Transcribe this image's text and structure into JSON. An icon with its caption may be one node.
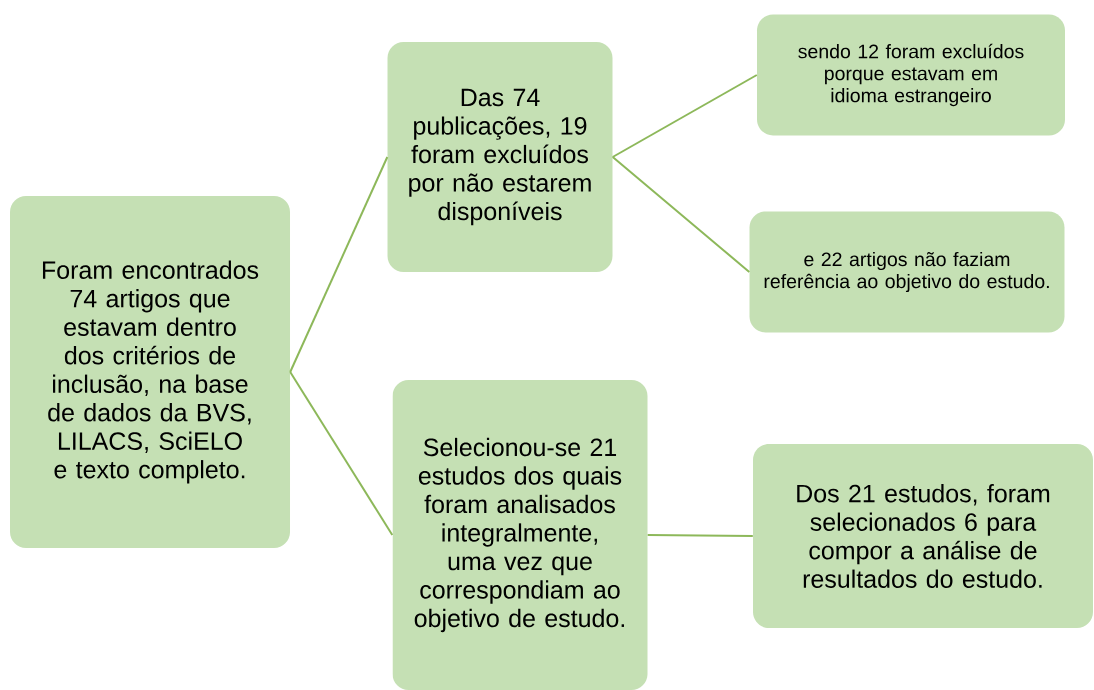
{
  "diagram": {
    "nodes": [
      {
        "text": [
          "Foram encontrados 74 artigos que estavam dentro dos critérios de inclusão, na base de dados da BVS, LILACS, SciELO e texto completo."
        ]
      },
      {
        "text": [
          "Das 74 publicações, 19 foram excluídos por não estarem disponíveis"
        ]
      },
      {
        "text": [
          "sendo 12 foram excluídos porque estavam em idioma estrangeiro"
        ]
      },
      {
        "text": [
          "e 22 artigos não faziam referência ao objetivo do estudo."
        ]
      },
      {
        "text": [
          "Selecionou-se 21 estudos dos quais foram analisados integralmente, uma vez que correspondiam ao objetivo de estudo."
        ]
      },
      {
        "text": [
          "Dos 21 estudos, foram selecionados 6 para compor a análise de resultados do estudo."
        ]
      }
    ],
    "edges": [
      {
        "from": 0,
        "to": 1,
        "arrow": "none"
      },
      {
        "from": 0,
        "to": 4,
        "arrow": "none"
      },
      {
        "from": 1,
        "to": 2,
        "arrow": "none"
      },
      {
        "from": 1,
        "to": 3,
        "arrow": "none"
      },
      {
        "from": 4,
        "to": 5,
        "arrow": "none"
      }
    ]
  }
}
